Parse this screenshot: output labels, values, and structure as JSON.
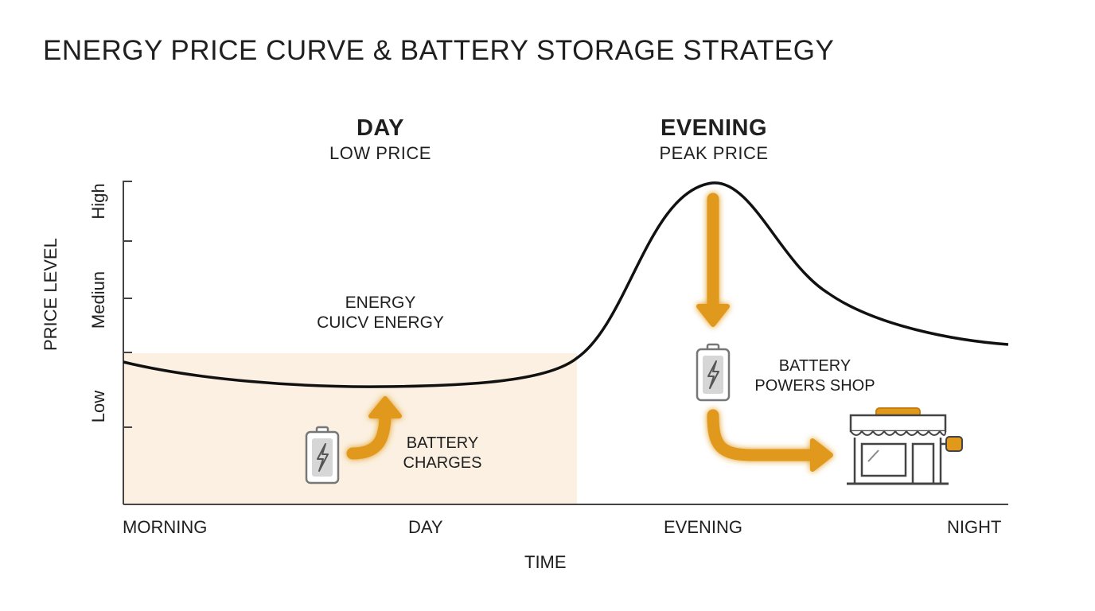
{
  "title": "ENERGY PRICE CURVE & BATTERY STORAGE STRATEGY",
  "periods": {
    "day": {
      "heading": "DAY",
      "subheading": "LOW PRICE"
    },
    "evening": {
      "heading": "EVENING",
      "subheading": "PEAK PRICE"
    }
  },
  "axes": {
    "y_title": "PRICE LEVEL",
    "y_levels": [
      "Low",
      "Mediun",
      "High"
    ],
    "x_title": "TIME",
    "x_ticks": [
      "MORNING",
      "DAY",
      "EVENING",
      "NIGHT"
    ]
  },
  "annotations": {
    "curve_label_line1": "ENERGY",
    "curve_label_line2": "CUICV ENERGY",
    "charge_line1": "BATTERY",
    "charge_line2": "CHARGES",
    "discharge_line1": "BATTERY",
    "discharge_line2": "POWERS SHOP"
  },
  "colors": {
    "curve": "#111111",
    "low_price_zone": "#fbf0e1",
    "arrow": "#e0991a",
    "axis": "#444444",
    "battery_outline": "#777777"
  },
  "icons": [
    "battery-charging-icon",
    "battery-discharging-icon",
    "shop-icon",
    "charge-arrow-icon",
    "discharge-arrow-icon"
  ]
}
